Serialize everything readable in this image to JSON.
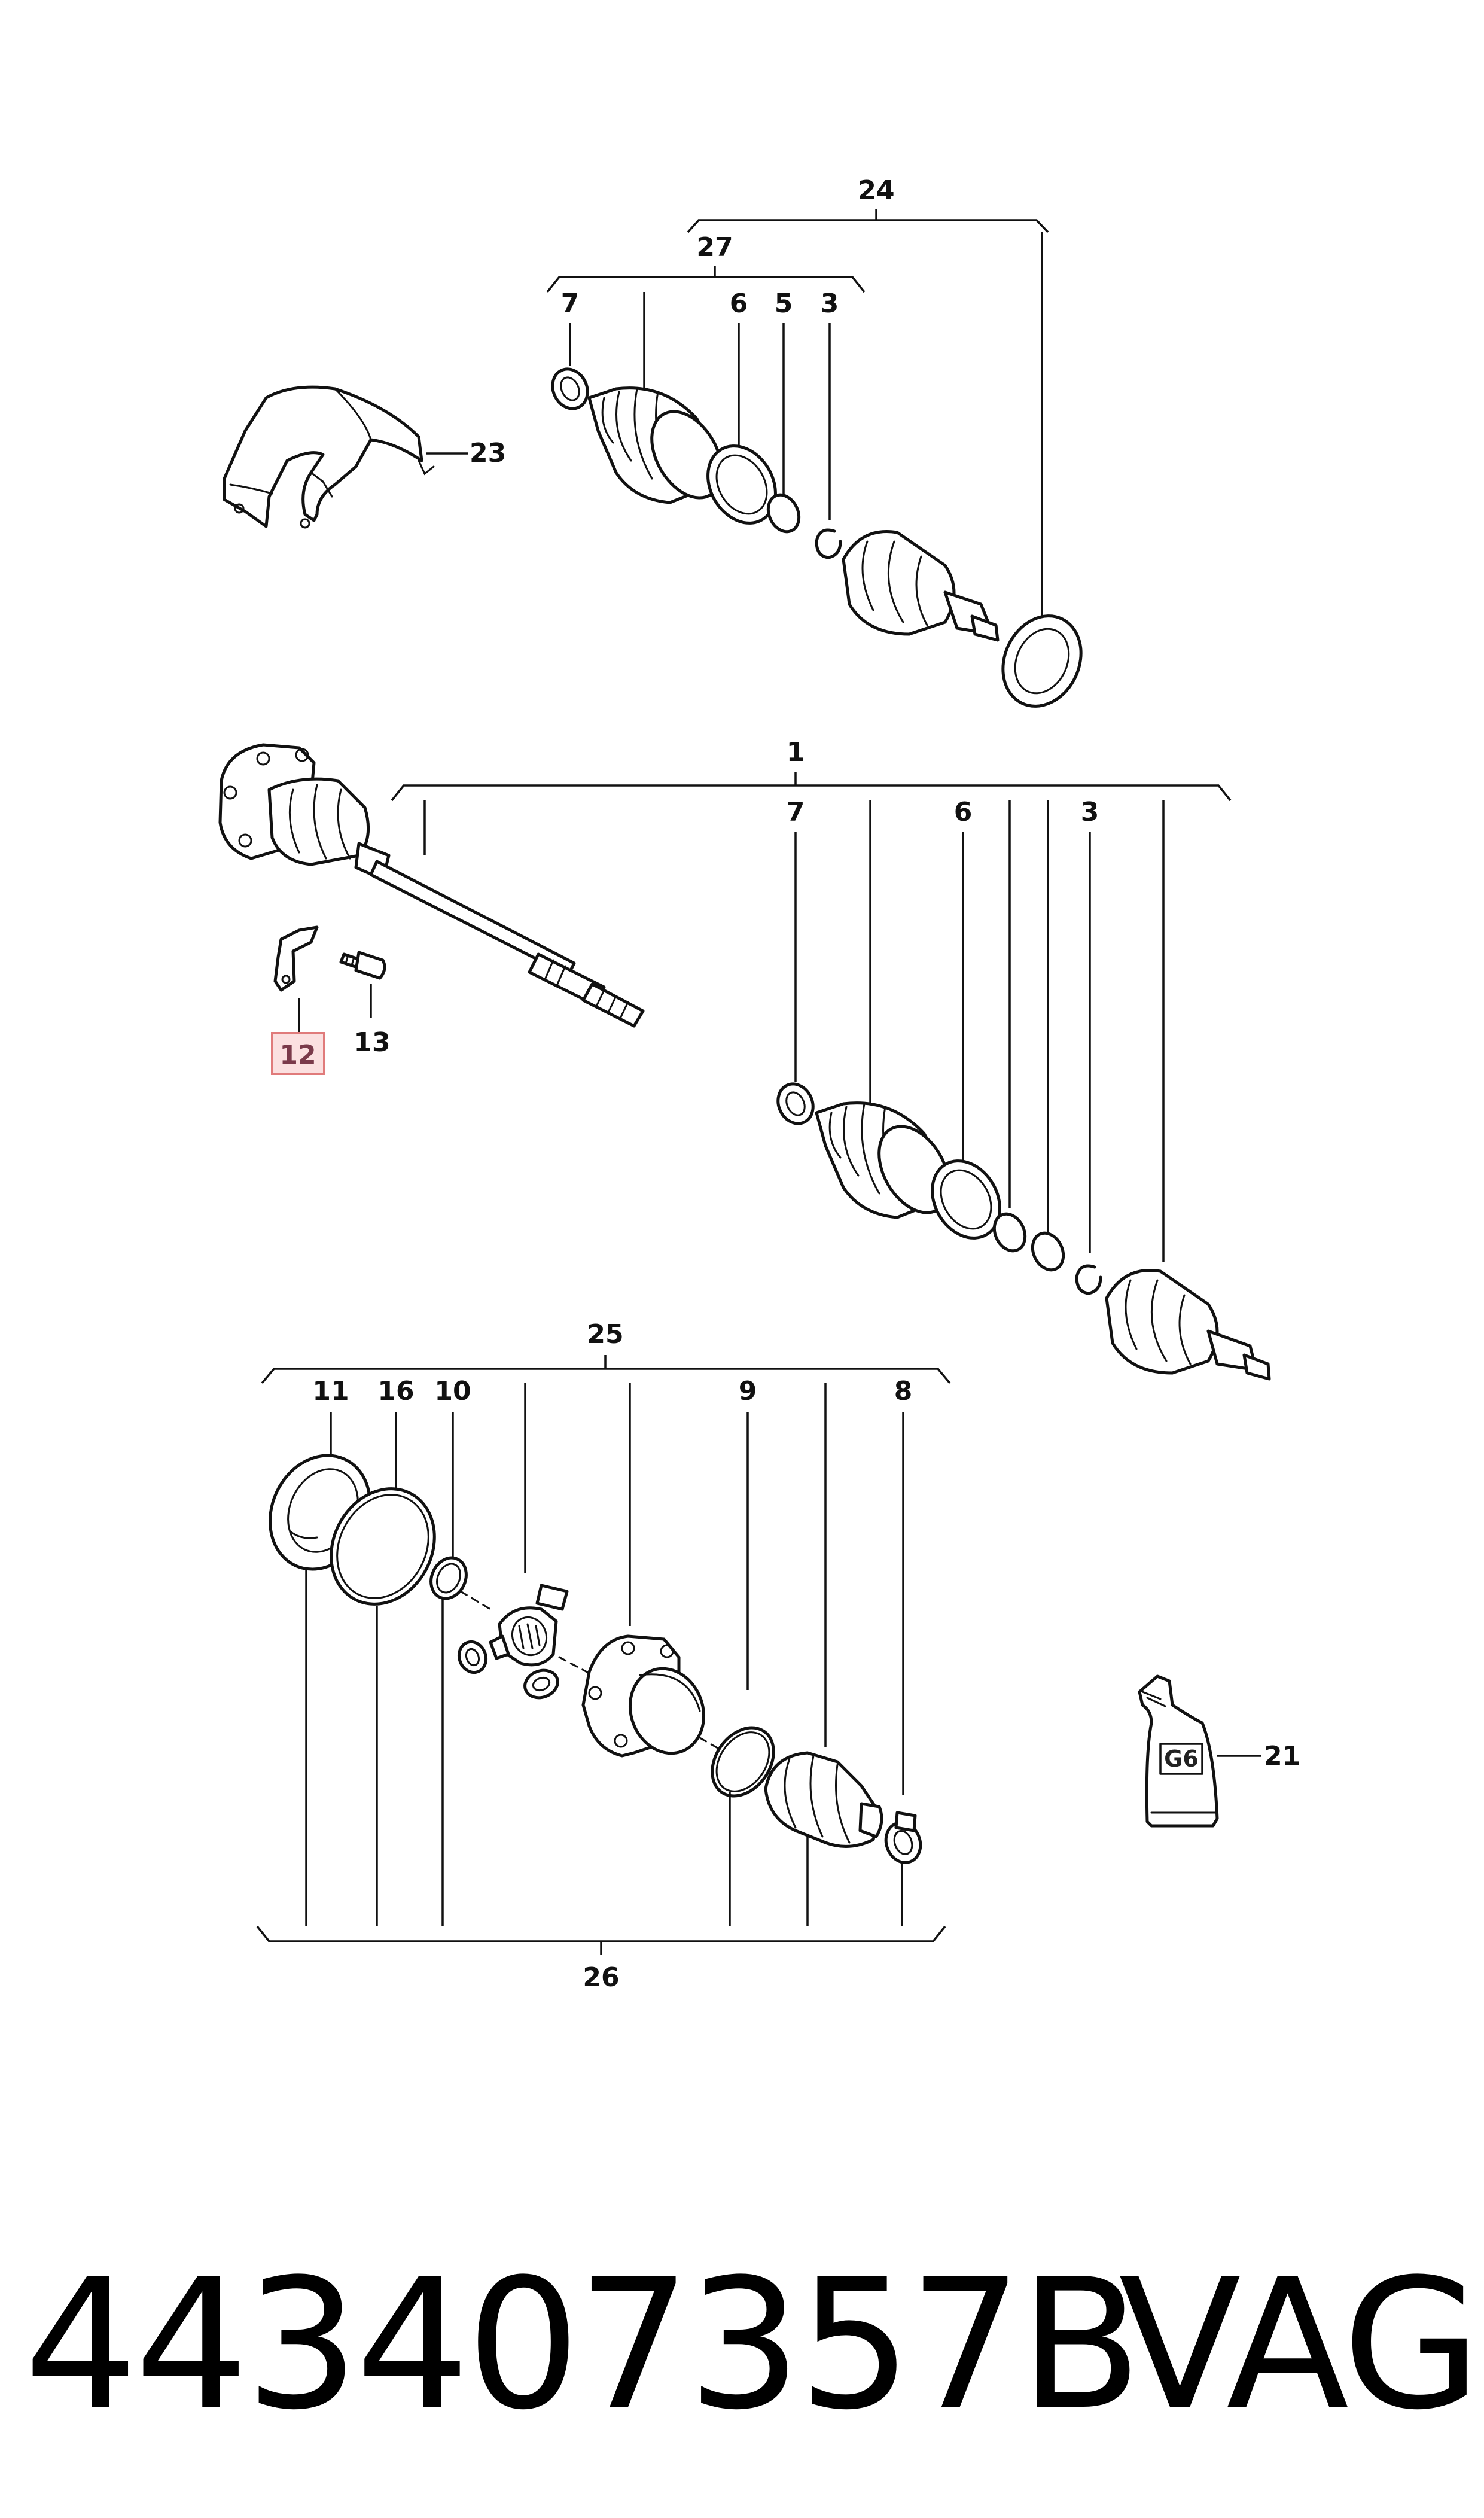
{
  "callouts": {
    "c24": "24",
    "c27": "27",
    "c7a": "7",
    "c6a": "6",
    "c5": "5",
    "c3a": "3",
    "c23": "23",
    "c1": "1",
    "c7b": "7",
    "c6b": "6",
    "c3b": "3",
    "c12": "12",
    "c13": "13",
    "c25": "25",
    "c11": "11",
    "c16": "16",
    "c10": "10",
    "c9": "9",
    "c8": "8",
    "c21": "21",
    "c26": "26"
  },
  "tube_label": "G6",
  "highlight_color": "#fbe0e0",
  "highlight_border": "#e07b7b",
  "footer": {
    "part_number": "443407357B",
    "brand": "VAG"
  }
}
